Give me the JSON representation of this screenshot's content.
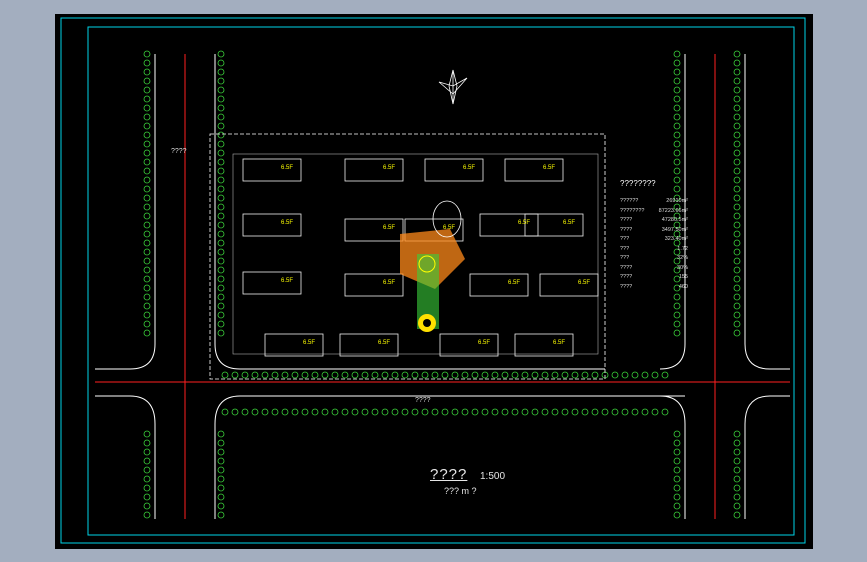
{
  "drawing": {
    "title": "????",
    "scale": "1:500",
    "subtitle": "??? m ?",
    "road_label": "????",
    "left_road_label": "????"
  },
  "table": {
    "title": "????????",
    "rows": [
      {
        "label": "??????",
        "value": "26910m²"
      },
      {
        "label": "????????",
        "value": "87223.66m²"
      },
      {
        "label": "????",
        "value": "47280.5m²"
      },
      {
        "label": "????",
        "value": "3497.50m²"
      },
      {
        "label": "???",
        "value": "323.40m²"
      },
      {
        "label": "???",
        "value": "1.72"
      },
      {
        "label": "???",
        "value": "32%"
      },
      {
        "label": "????",
        "value": "30%"
      },
      {
        "label": "????",
        "value": "155"
      },
      {
        "label": "????",
        "value": "460"
      }
    ]
  },
  "buildings": [
    "6.5F",
    "6.5F",
    "6.5F",
    "6.5F",
    "6.5F",
    "6.5F",
    "6.5F",
    "6.5F",
    "6.5F",
    "6.5F",
    "6.5F",
    "6.5F",
    "6.5F",
    "6.5F",
    "6.5F",
    "6.5F",
    "6.5F"
  ],
  "colors": {
    "background": "#000000",
    "frame": "#00d4e8",
    "road": "#ffffff",
    "axis": "#ff2020",
    "tree": "#3bd13b",
    "building": "#f0f0f0",
    "plaza": "#ff8a1a",
    "outer": "#a3aebf"
  },
  "icons": [
    "north-arrow-icon"
  ]
}
